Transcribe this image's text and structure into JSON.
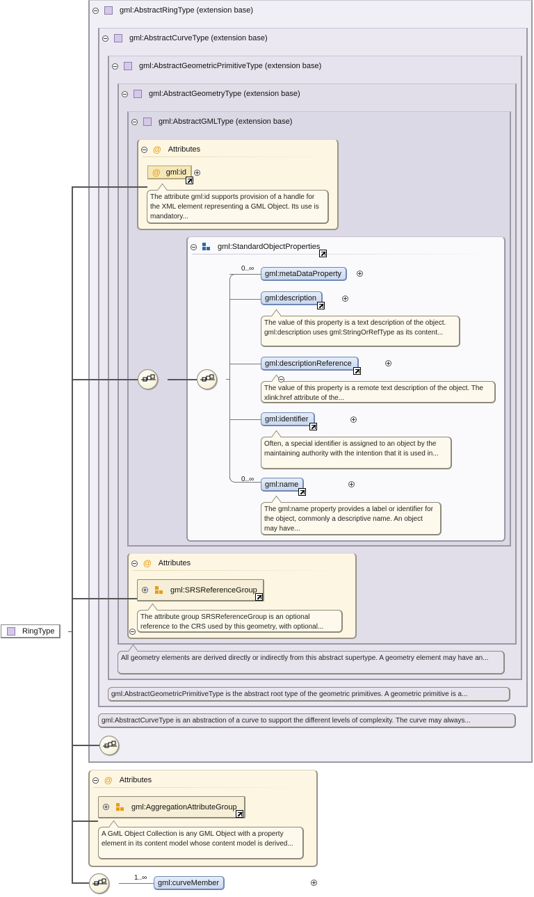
{
  "root": {
    "label": "RingType"
  },
  "extensions": {
    "ring": "gml:AbstractRingType (extension base)",
    "curve": "gml:AbstractCurveType (extension base)",
    "primitive": "gml:AbstractGeometricPrimitiveType (extension base)",
    "geometry": "gml:AbstractGeometryType (extension base)",
    "gml": "gml:AbstractGMLType (extension base)"
  },
  "gml_attributes": {
    "title": "Attributes",
    "id_label": "gml:id",
    "id_doc": "The attribute gml:id supports provision of a handle for the XML element representing a GML Object. Its use is mandatory..."
  },
  "standard_props": {
    "title": "gml:StandardObjectProperties",
    "card_first": "0..∞",
    "card_last": "0..∞",
    "elements": [
      {
        "label": "gml:metaDataProperty",
        "doc": ""
      },
      {
        "label": "gml:description",
        "doc": "The value of this property is a text description of the object. gml:description uses gml:StringOrRefType as its content..."
      },
      {
        "label": "gml:descriptionReference",
        "doc": "The value of this property is a remote text description of the object. The xlink:href attribute of the..."
      },
      {
        "label": "gml:identifier",
        "doc": "Often, a special identifier is assigned to an object by the maintaining authority with the intention that it is used in..."
      },
      {
        "label": "gml:name",
        "doc": "The gml:name property provides a label or identifier for the object, commonly a descriptive name. An object may have..."
      }
    ]
  },
  "geometry_attributes": {
    "title": "Attributes",
    "group_label": "gml:SRSReferenceGroup",
    "group_doc": "The attribute group SRSReferenceGroup is an optional reference to the CRS used by this geometry, with optional..."
  },
  "docs": {
    "geometry": "All geometry elements are derived directly or indirectly from this abstract supertype. A geometry element may have an...",
    "primitive": "gml:AbstractGeometricPrimitiveType is the abstract root type of the geometric primitives. A geometric primitive is a...",
    "curve": "gml:AbstractCurveType is an abstraction of a curve to support the different levels of complexity. The curve may always..."
  },
  "ring_attributes": {
    "title": "Attributes",
    "group_label": "gml:AggregationAttributeGroup",
    "group_doc": "A GML Object Collection is any GML Object with a property element in its content model whose content model is derived..."
  },
  "curve_member": {
    "label": "gml:curveMember",
    "card": "1..∞"
  },
  "colors": {
    "extension_bg": "#ece9f3",
    "attribute_bg": "#fdf6e3",
    "element_bg": "#c9d7ee",
    "accent": "#e6a117"
  }
}
